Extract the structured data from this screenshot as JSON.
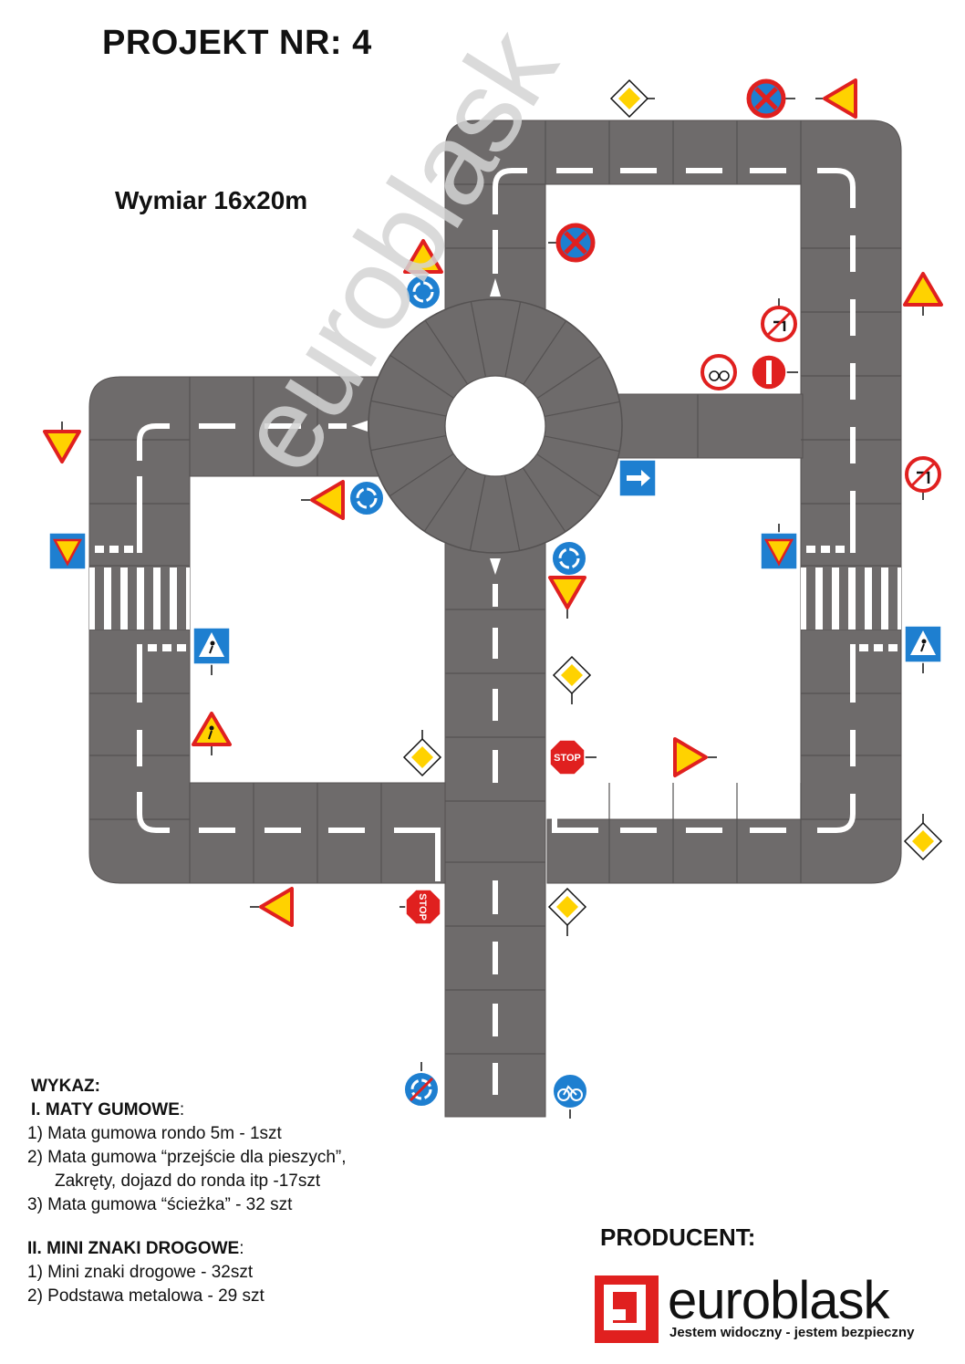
{
  "header": {
    "title": "PROJEKT NR: 4",
    "dimension": "Wymiar 16x20m"
  },
  "watermark": "euroblask",
  "legend": {
    "heading": "WYKAZ:",
    "section1_title": "I. MATY GUMOWE",
    "section1_title_suffix": ":",
    "section1_items": [
      "1) Mata gumowa rondo 5m - 1szt",
      "2) Mata gumowa “przejście dla pieszych”,",
      "Zakręty, dojazd do ronda itp -17szt",
      "3) Mata gumowa “ścieżka” - 32 szt"
    ],
    "section2_title": "II. MINI ZNAKI DROGOWE",
    "section2_title_suffix": ":",
    "section2_items": [
      "1) Mini znaki drogowe - 32szt",
      "2) Podstawa metalowa - 29 szt"
    ]
  },
  "producer": {
    "label": "PRODUCENT:",
    "brand": "euroblask",
    "tagline": "Jestem widoczny - jestem bezpieczny"
  },
  "sign_text": {
    "stop": "STOP"
  },
  "colors": {
    "road": "#6e6b6b",
    "road_line": "#555252",
    "marking": "#ffffff",
    "sign_red": "#e0201f",
    "sign_yellow": "#ffd200",
    "sign_blue": "#1e7fd0",
    "watermark": "#d4d4d4"
  }
}
